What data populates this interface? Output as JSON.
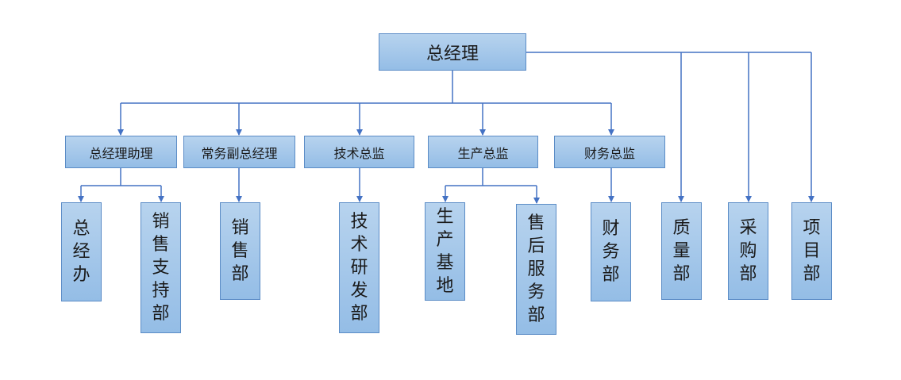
{
  "root": {
    "label": "总经理"
  },
  "level2": [
    {
      "id": "assistant",
      "label": "总经理助理"
    },
    {
      "id": "deputy",
      "label": "常务副总经理"
    },
    {
      "id": "tech_director",
      "label": "技术总监"
    },
    {
      "id": "production_director",
      "label": "生产总监"
    },
    {
      "id": "finance_director",
      "label": "财务总监"
    }
  ],
  "departments": [
    {
      "id": "gm_office",
      "label": "总经办",
      "parent": "assistant"
    },
    {
      "id": "sales_support",
      "label": "销售支持部",
      "parent": "assistant"
    },
    {
      "id": "sales",
      "label": "销售部",
      "parent": "deputy"
    },
    {
      "id": "rnd",
      "label": "技术研发部",
      "parent": "tech_director"
    },
    {
      "id": "production_base",
      "label": "生产基地",
      "parent": "production_director"
    },
    {
      "id": "after_sales",
      "label": "售后服务部",
      "parent": "production_director"
    },
    {
      "id": "finance",
      "label": "财务部",
      "parent": "finance_director"
    },
    {
      "id": "quality",
      "label": "质量部",
      "parent": "root"
    },
    {
      "id": "purchasing",
      "label": "采购部",
      "parent": "root"
    },
    {
      "id": "projects",
      "label": "项目部",
      "parent": "root"
    }
  ],
  "colors": {
    "box_fill_top": "#b7d3ee",
    "box_fill_bottom": "#94bde6",
    "box_border": "#5b8cc6",
    "connector": "#4472c4"
  }
}
